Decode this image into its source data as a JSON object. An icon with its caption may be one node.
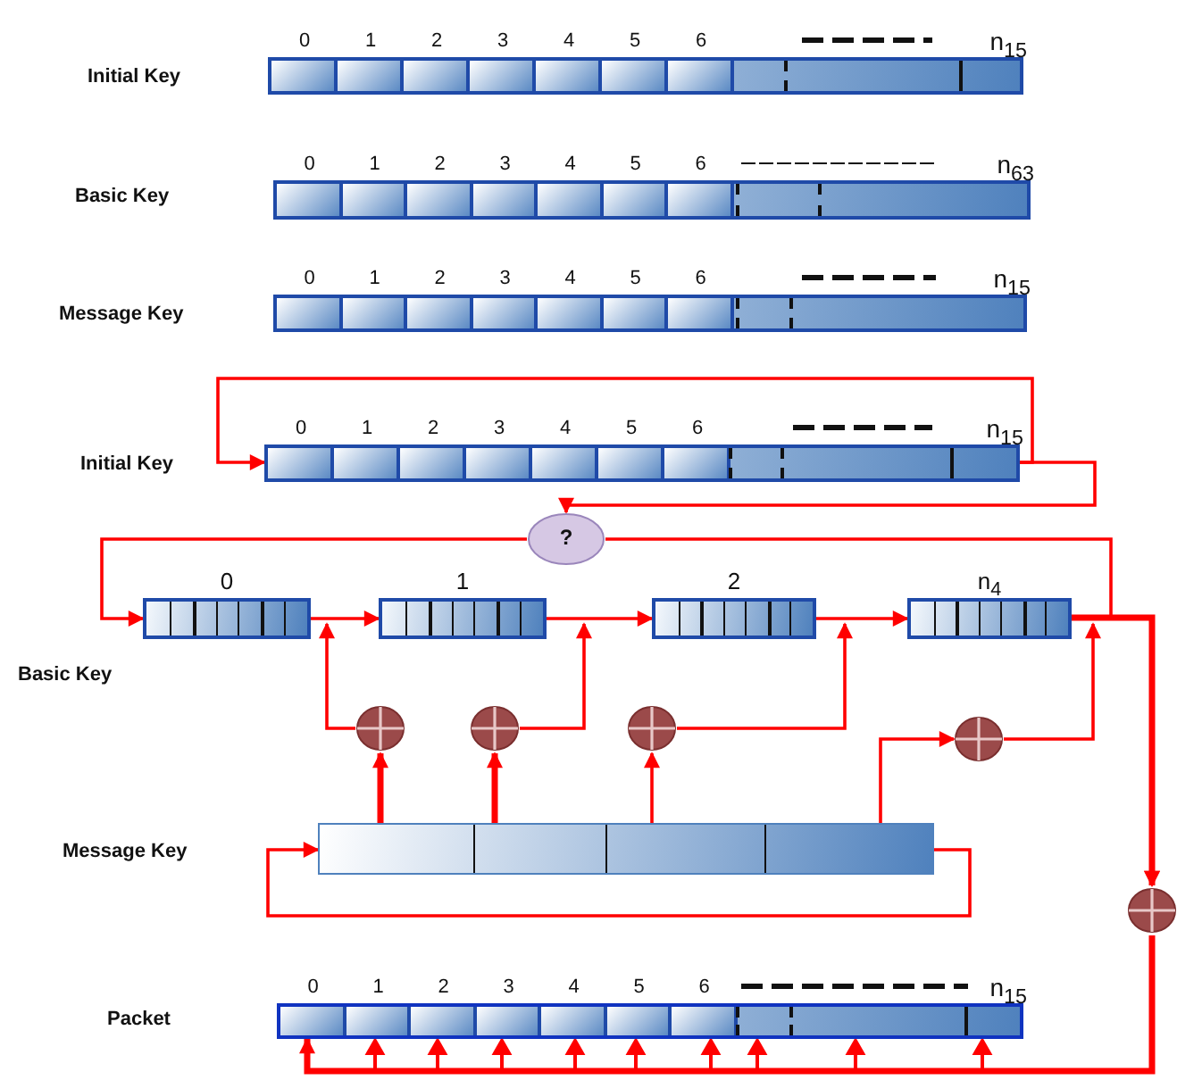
{
  "diagram": {
    "nodes": [
      {
        "text": [
          "Initial Key"
        ],
        "beside": [
          "0",
          "1",
          "2",
          "3",
          "4",
          "5",
          "6",
          "n$_{15}$"
        ]
      },
      {
        "text": [],
        "shape": "bar",
        "beside": [
          "0",
          "1",
          "2",
          "3",
          "4",
          "5",
          "6",
          "n$_{63}$"
        ]
      },
      {
        "text": [
          "Message Key"
        ],
        "beside": [
          "0",
          "1",
          "2",
          "3",
          "4",
          "5",
          "6",
          "n$_{15}$"
        ]
      },
      {
        "text": [
          "Initial Key"
        ],
        "beside": [
          "0",
          "1",
          "2",
          "3",
          "4",
          "5",
          "6",
          "n$_{15}$"
        ]
      },
      {
        "text": [
          "?"
        ]
      },
      {
        "text": [
          "0"
        ]
      },
      {
        "text": [
          "1"
        ]
      },
      {
        "text": [
          "2"
        ]
      },
      {
        "text": [
          "n$_{4}$"
        ]
      },
      {
        "text": [],
        "shape": "circle"
      },
      {
        "text": [],
        "shape": "circle"
      },
      {
        "text": [],
        "shape": "circle"
      },
      {
        "text": [],
        "shape": "circle"
      },
      {
        "text": [],
        "shape": "bar"
      },
      {
        "text": [],
        "shape": "circle"
      },
      {
        "text": [],
        "shape": "bar",
        "beside": [
          "0",
          "1",
          "2",
          "3",
          "4",
          "5",
          "6",
          "n$_{15}$"
        ]
      }
    ],
    "edges": [
      {
        "from": 3,
        "to": 3,
        "arrow": "to"
      },
      {
        "from": 3,
        "to": 4,
        "arrow": "to"
      },
      {
        "from": 4,
        "to": 5,
        "arrow": "to"
      },
      {
        "from": 4,
        "to": 14,
        "arrow": "to"
      },
      {
        "from": 5,
        "to": 6,
        "arrow": "to"
      },
      {
        "from": 6,
        "to": 7,
        "arrow": "to"
      },
      {
        "from": 7,
        "to": 8,
        "arrow": "to"
      },
      {
        "from": 8,
        "to": 14,
        "arrow": "to",
        "style": "thick"
      },
      {
        "from": 9,
        "to": 5,
        "arrow": "to"
      },
      {
        "from": 10,
        "to": 6,
        "arrow": "to"
      },
      {
        "from": 11,
        "to": 7,
        "arrow": "to"
      },
      {
        "from": 12,
        "to": 8,
        "arrow": "to"
      },
      {
        "from": 13,
        "to": 9,
        "arrow": "to",
        "style": "thick"
      },
      {
        "from": 13,
        "to": 10,
        "arrow": "to",
        "style": "thick"
      },
      {
        "from": 13,
        "to": 11,
        "arrow": "to"
      },
      {
        "from": 13,
        "to": 12,
        "arrow": "to"
      },
      {
        "from": 13,
        "to": 13,
        "arrow": "to"
      },
      {
        "from": 14,
        "to": 15,
        "arrow": "to",
        "style": "thick"
      }
    ],
    "labels": [
      "Basic Key",
      "Basic Key",
      "Message Key",
      "Packet"
    ]
  }
}
